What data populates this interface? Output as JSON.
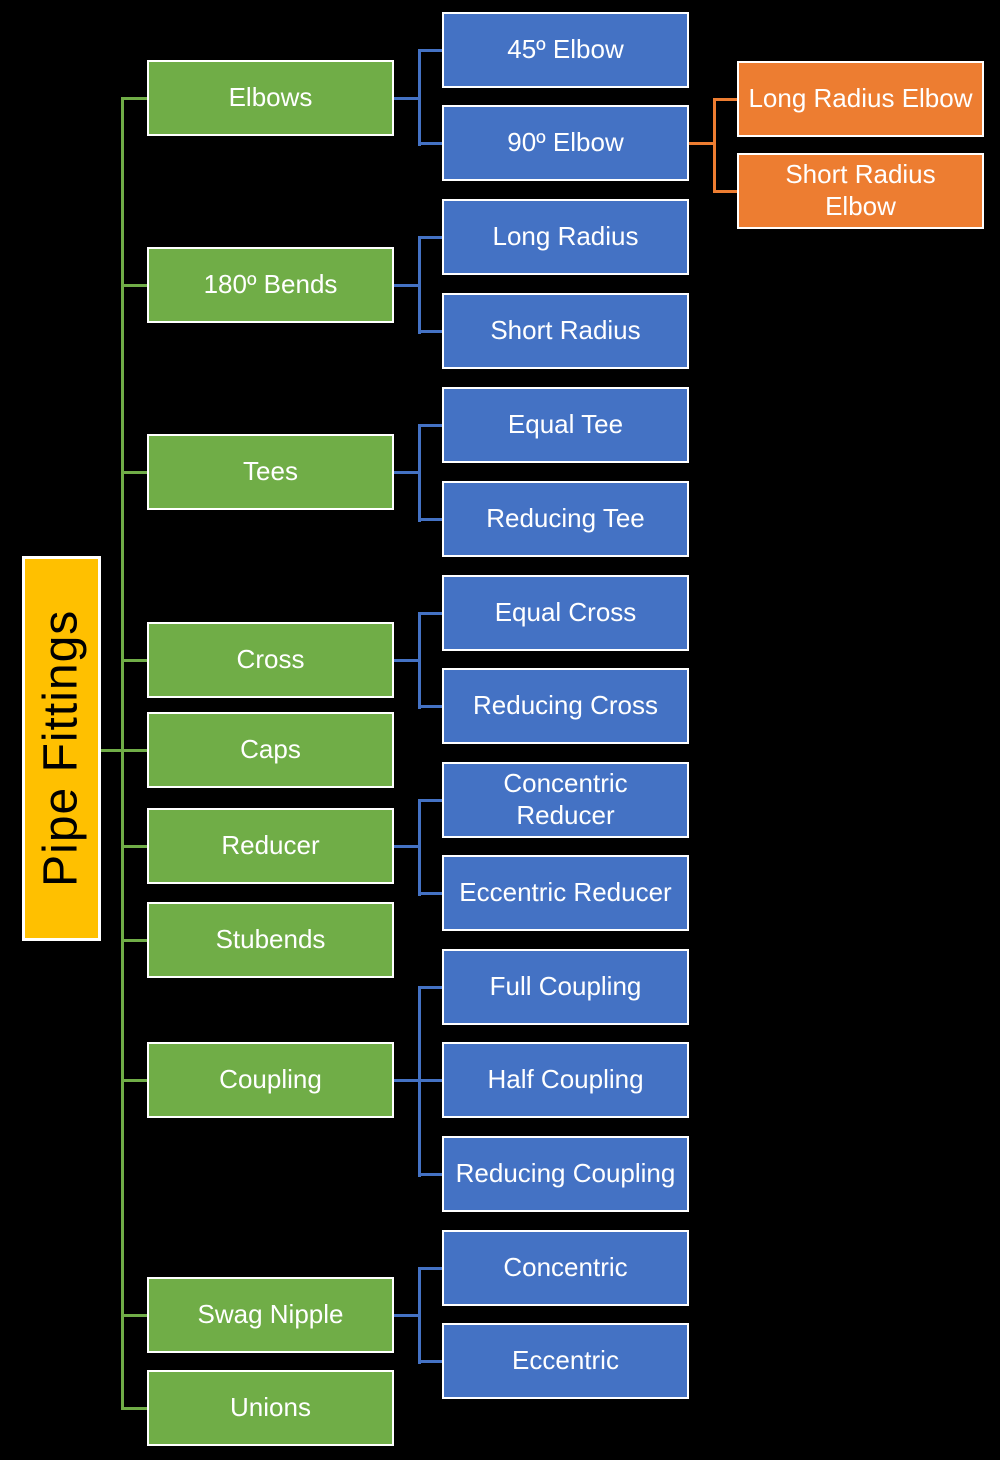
{
  "colors": {
    "background": "#000000",
    "root_fill": "#FFC000",
    "root_text": "#000000",
    "branch_fill": "#70AD47",
    "sub_fill": "#4472C4",
    "leaf_fill": "#ED7D31",
    "node_text": "#FFFFFF",
    "border": "#FFFFFF",
    "branch_line": "#70AD47",
    "sub_line": "#4472C4",
    "leaf_line": "#ED7D31"
  },
  "tree": {
    "root": {
      "label": "Pipe Fittings"
    },
    "branches": [
      {
        "label": "Elbows",
        "children": [
          {
            "label": "45º Elbow"
          },
          {
            "label": "90º Elbow",
            "children": [
              {
                "label": "Long Radius Elbow"
              },
              {
                "label": "Short Radius\nElbow"
              }
            ]
          }
        ]
      },
      {
        "label": "180º Bends",
        "children": [
          {
            "label": "Long Radius"
          },
          {
            "label": "Short Radius"
          }
        ]
      },
      {
        "label": "Tees",
        "children": [
          {
            "label": "Equal Tee"
          },
          {
            "label": "Reducing Tee"
          }
        ]
      },
      {
        "label": "Cross",
        "children": [
          {
            "label": "Equal Cross"
          },
          {
            "label": "Reducing Cross"
          }
        ]
      },
      {
        "label": "Caps",
        "children": []
      },
      {
        "label": "Reducer",
        "children": [
          {
            "label": "Concentric\nReducer"
          },
          {
            "label": "Eccentric Reducer"
          }
        ]
      },
      {
        "label": "Stubends",
        "children": []
      },
      {
        "label": "Coupling",
        "children": [
          {
            "label": "Full Coupling"
          },
          {
            "label": "Half Coupling"
          },
          {
            "label": "Reducing Coupling"
          }
        ]
      },
      {
        "label": "Swag Nipple",
        "children": [
          {
            "label": "Concentric"
          },
          {
            "label": "Eccentric"
          }
        ]
      },
      {
        "label": "Unions",
        "children": []
      }
    ]
  }
}
